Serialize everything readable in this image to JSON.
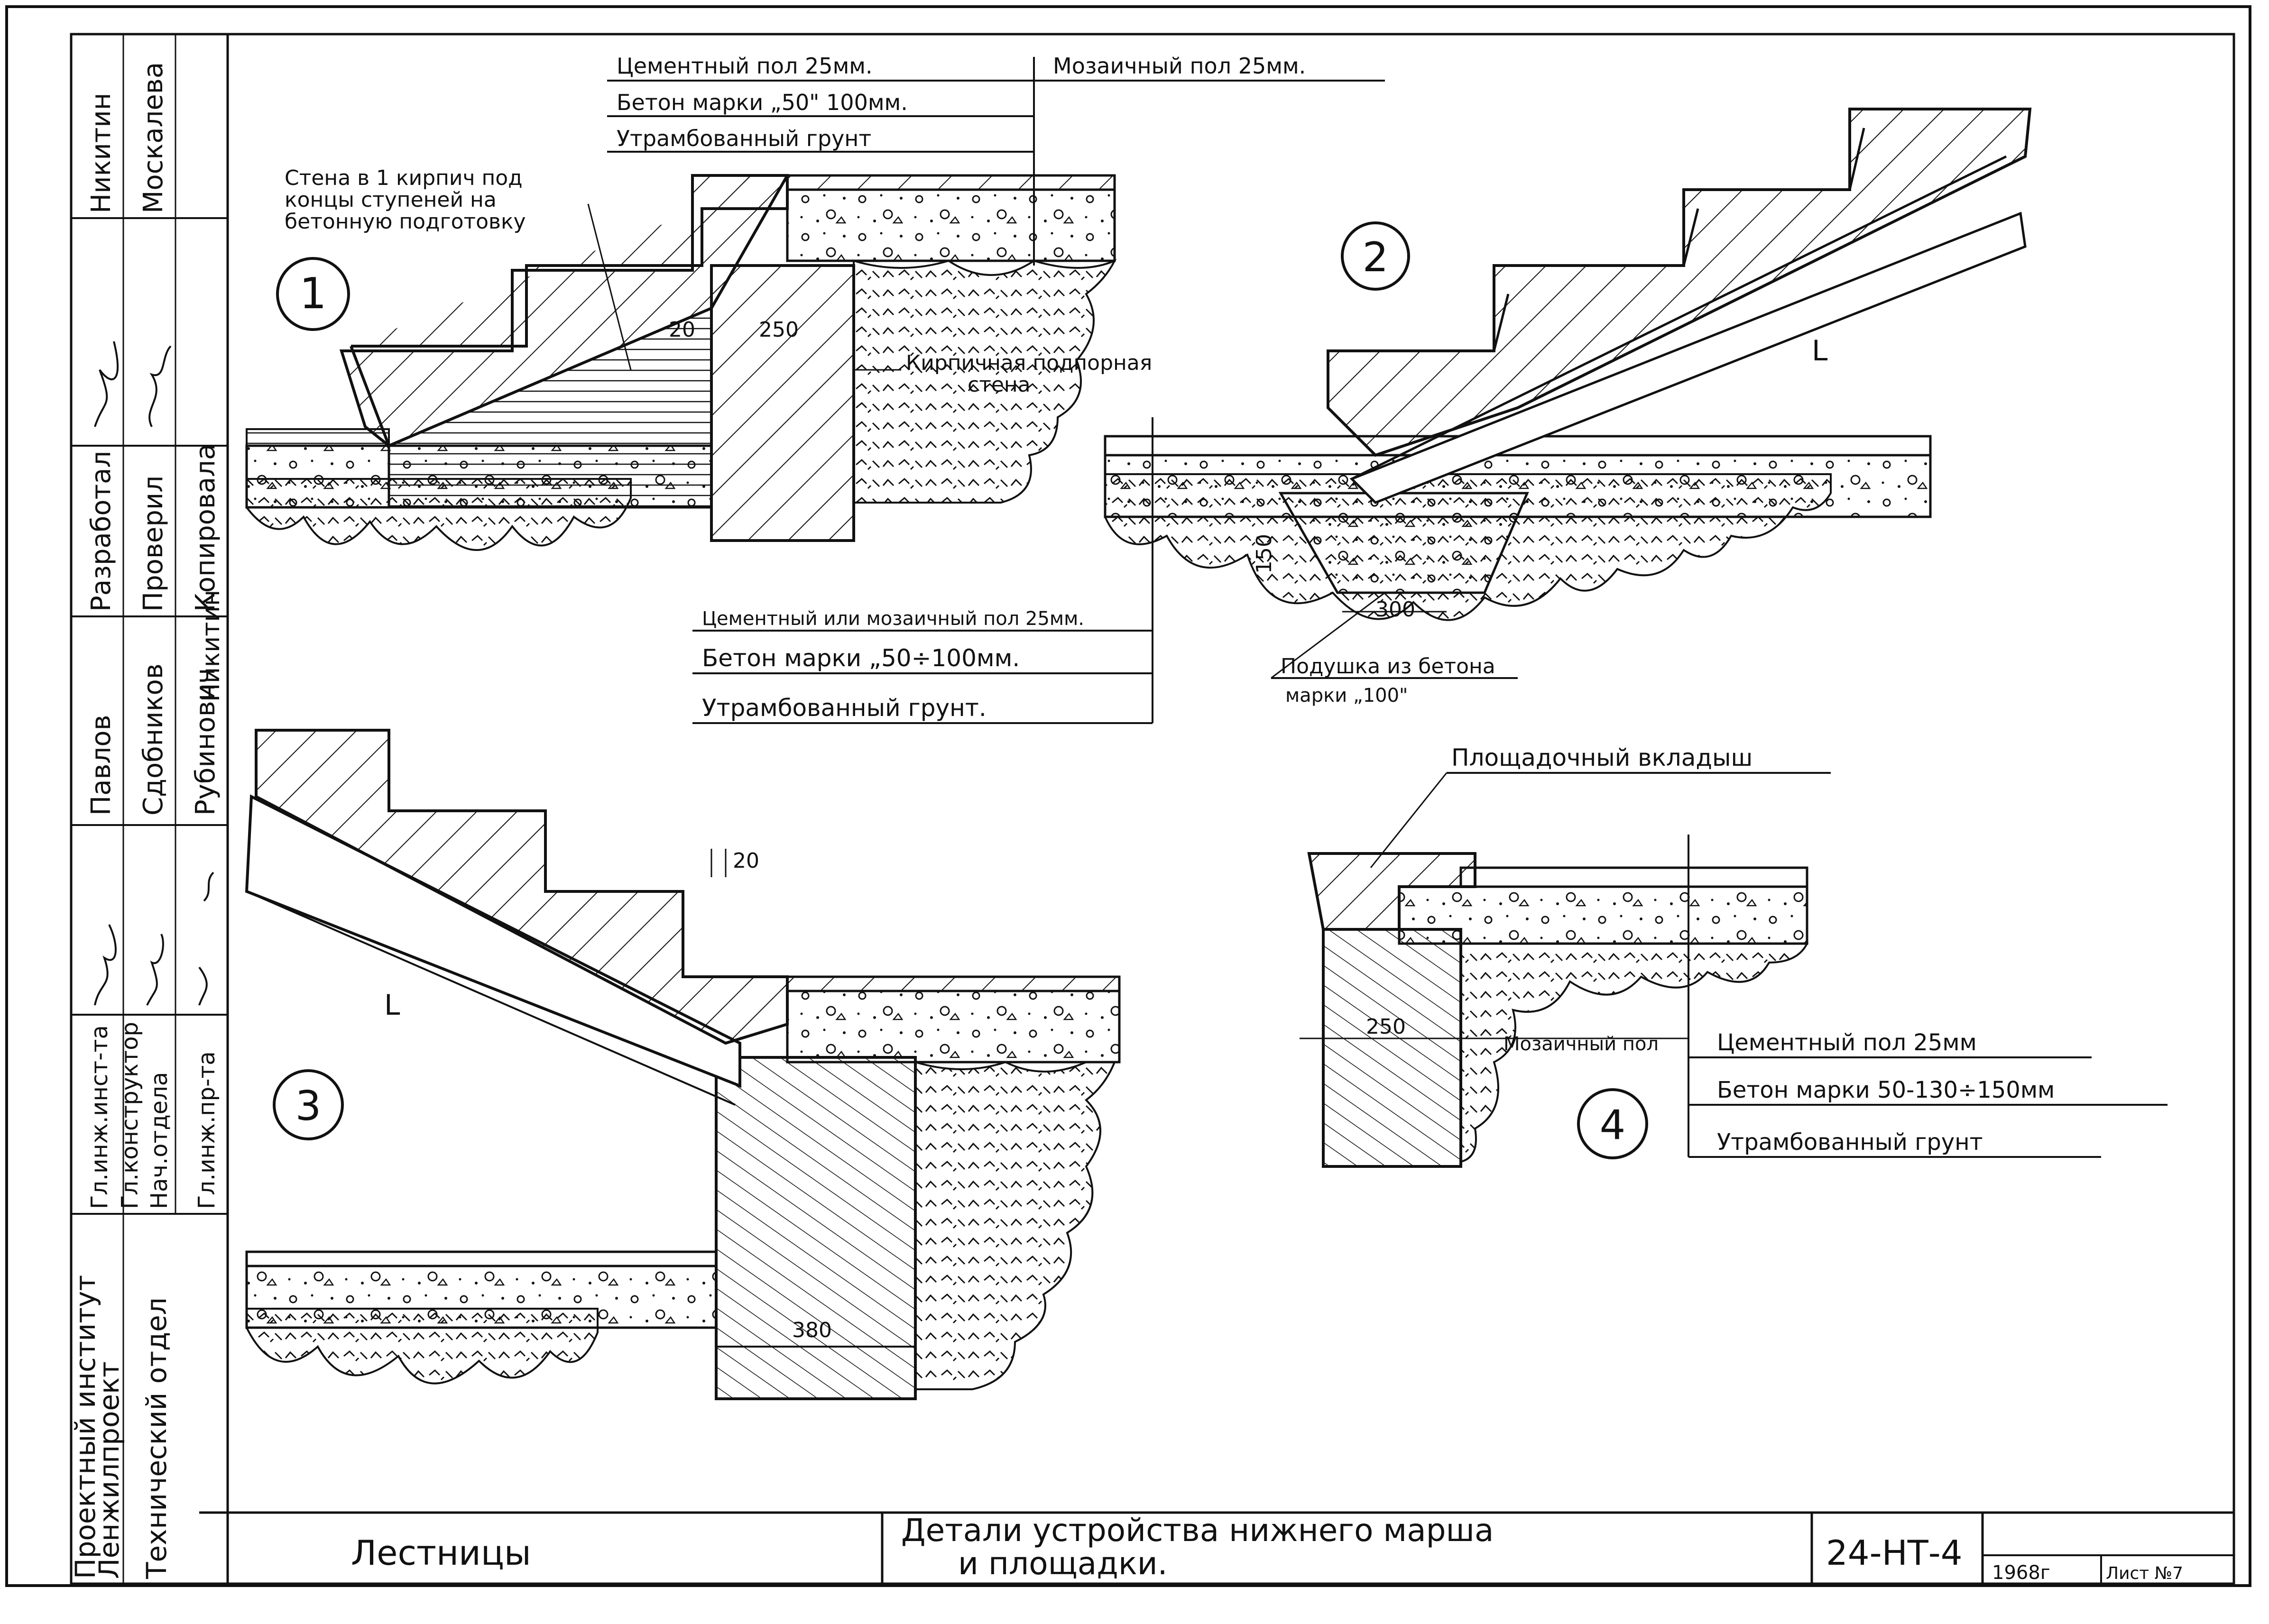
{
  "callouts": {
    "d1_top": [
      "Цементный пол 25мм.",
      "Бетон марки „50\" 100мм.",
      "Утрамбованный грунт"
    ],
    "d1_top_alt": "Мозаичный пол 25мм.",
    "wall_note": [
      "Стена в 1 кирпич под",
      "концы ступеней на",
      "бетонную подготовку"
    ],
    "retaining_wall": [
      "Кирпичная подпорная",
      "стена"
    ],
    "d1_bottom": [
      "Цементный или мозаичный пол 25мм.",
      "Бетон марки „50÷100мм.",
      "Утрамбованный грунт."
    ],
    "cushion": [
      "Подушка из бетона",
      "марки „100\""
    ],
    "landing_insert": "Площадочный вкладыш",
    "d4_alt": "Мозаичный пол",
    "d4": [
      "Цементный пол 25мм",
      "Бетон марки 50-130÷150мм",
      "Утрамбованный грунт"
    ]
  },
  "detail_numbers": [
    "1",
    "2",
    "3",
    "4"
  ],
  "dimensions": {
    "d1_a": "20",
    "d1_b": "250",
    "d2_a": "150",
    "d2_b": "300",
    "d3_gap": "20",
    "d3_wall": "380",
    "d4_wall": "250"
  },
  "span_label": "L",
  "stamp": {
    "organization": [
      "Проектный институт",
      "Ленжилпроект"
    ],
    "department": "Технический отдел",
    "roles": [
      "Гл.инж.инст-та",
      "Гл.конструктор",
      "Нач.отдела",
      "Гл.инж.пр-та"
    ],
    "role_names": [
      "Павлов",
      "Сдобников",
      "Рубинович",
      "Никитин"
    ],
    "work_roles": [
      "Разработал",
      "Проверил",
      "Копировала"
    ],
    "work_names": [
      "Никитин",
      "Москалева"
    ],
    "title": "Лестницы",
    "subtitle": [
      "Детали устройства нижнего марша",
      "и площадки."
    ],
    "code": "24-НТ-4",
    "year": "1968г",
    "sheet": "Лист №7"
  },
  "colors": {
    "ink": "#111111",
    "paper": "#ffffff"
  }
}
